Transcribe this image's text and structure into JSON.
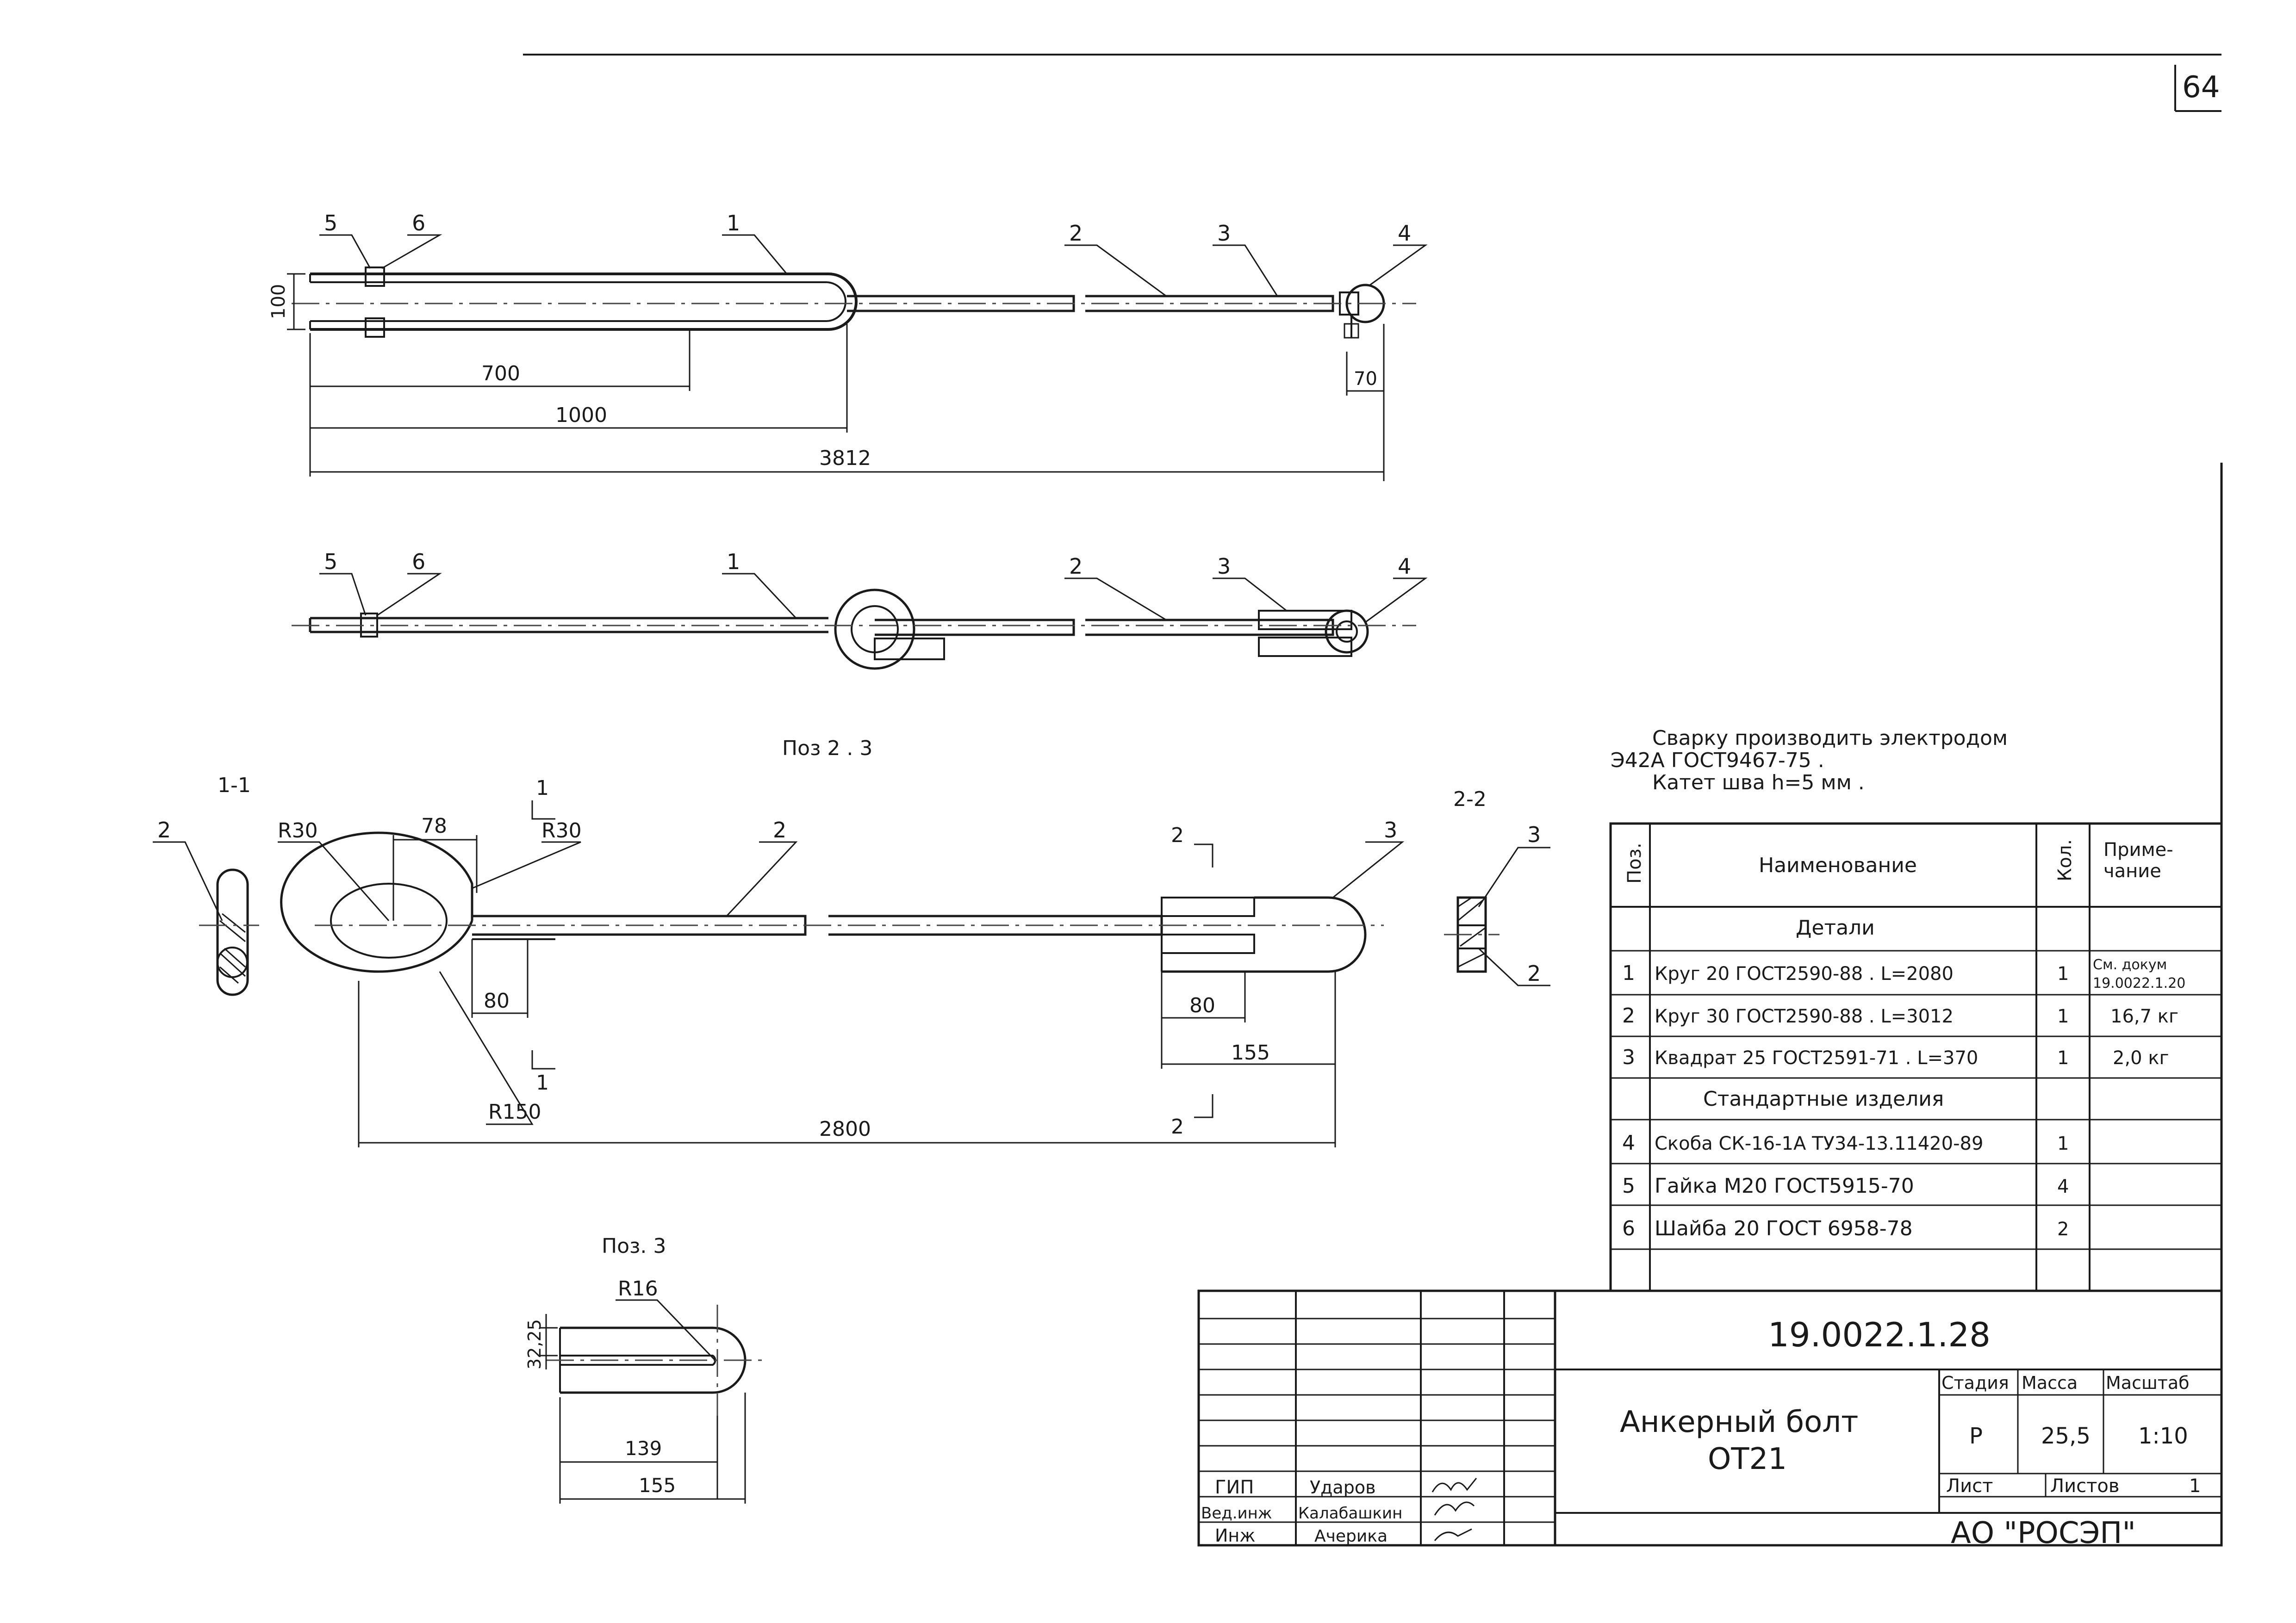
{
  "sheet": {
    "number": "64",
    "doc_code": "19.0022.1.28",
    "title_line1": "Анкерный болт",
    "title_line2": "ОТ21",
    "org": "АО \"РОСЭП\""
  },
  "top_view": {
    "callouts": [
      "5",
      "6",
      "1",
      "2",
      "3",
      "4"
    ],
    "dims": {
      "height": "100",
      "d700": "700",
      "d1000": "1000",
      "d3812": "3812",
      "d70": "70"
    }
  },
  "side_view": {
    "callouts": [
      "5",
      "6",
      "1",
      "2",
      "3",
      "4"
    ]
  },
  "pos23": {
    "title": "Поз 2 . 3",
    "section11_label": "1-1",
    "section22_label": "2-2",
    "cut_marks": {
      "c1": "1",
      "c2": "2"
    },
    "labels": {
      "p2": "2",
      "p3": "3",
      "r30a": "R30",
      "r30b": "R30",
      "d78": "78",
      "d80a": "80",
      "d80b": "80",
      "d155": "155",
      "r150": "R150",
      "d2800": "2800"
    }
  },
  "pos3": {
    "title": "Поз. 3",
    "labels": {
      "r16": "R16",
      "d3225": "32,25",
      "d139": "139",
      "d155": "155"
    }
  },
  "note": {
    "line1": "Сварку производить электродом",
    "line2": "Э42А ГОСТ9467-75 .",
    "line3": "Катет шва h=5 мм ."
  },
  "spec": {
    "headers": {
      "pos": "Поз.",
      "name": "Наименование",
      "qty": "Кол.",
      "note": "Приме-\nчание"
    },
    "section_details": "Детали",
    "section_std": "Стандартные изделия",
    "rows": [
      {
        "pos": "1",
        "name": "Круг 20 ГОСТ2590-88 . L=2080",
        "qty": "1",
        "note1": "См. докум",
        "note2": "19.0022.1.20"
      },
      {
        "pos": "2",
        "name": "Круг 30 ГОСТ2590-88 . L=3012",
        "qty": "1",
        "note1": "16,7 кг",
        "note2": ""
      },
      {
        "pos": "3",
        "name": "Квадрат 25 ГОСТ2591-71 . L=370",
        "qty": "1",
        "note1": "2,0 кг",
        "note2": ""
      },
      {
        "pos": "4",
        "name": "Скоба СК-16-1А ТУ34-13.11420-89",
        "qty": "1",
        "note1": "",
        "note2": ""
      },
      {
        "pos": "5",
        "name": "Гайка М20 ГОСТ5915-70",
        "qty": "4",
        "note1": "",
        "note2": ""
      },
      {
        "pos": "6",
        "name": "Шайба 20 ГОСТ 6958-78",
        "qty": "2",
        "note1": "",
        "note2": ""
      }
    ]
  },
  "title_block": {
    "stage_label": "Стадия",
    "mass_label": "Масса",
    "scale_label": "Масштаб",
    "stage": "Р",
    "mass": "25,5",
    "scale": "1:10",
    "sheet_label": "Лист",
    "sheets_label": "Листов",
    "sheets": "1",
    "people": [
      {
        "role": "ГИП",
        "name": "Ударов"
      },
      {
        "role": "Вед.инж",
        "name": "Калабашкин"
      },
      {
        "role": "Инж",
        "name": "Ачерика"
      }
    ]
  }
}
